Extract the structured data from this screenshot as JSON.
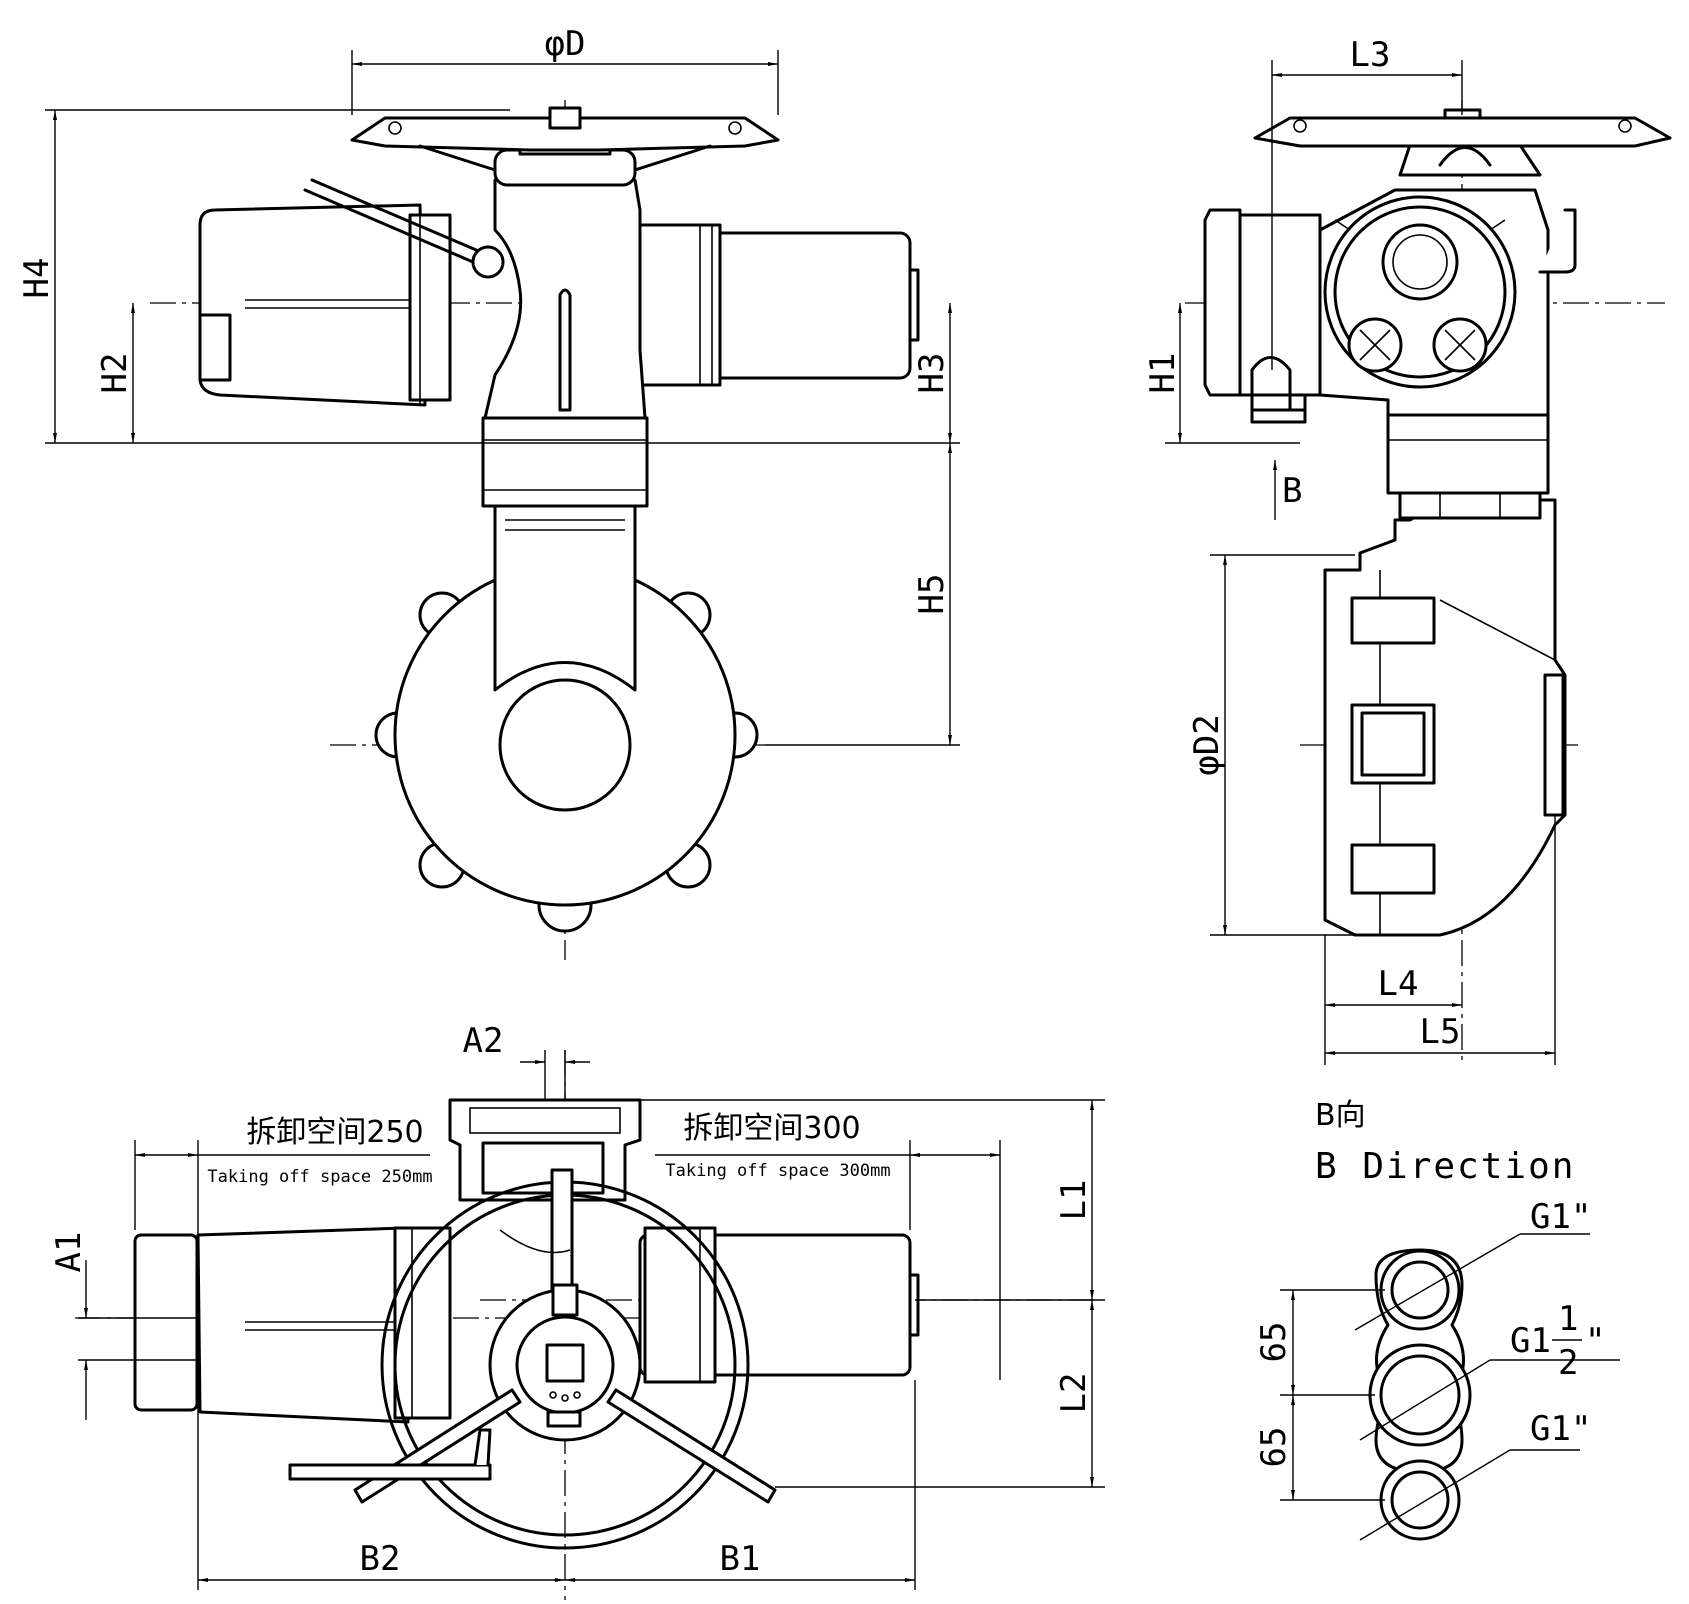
{
  "labels": {
    "phi_d": "φD",
    "h4": "H4",
    "h2": "H2",
    "h3": "H3",
    "h5": "H5",
    "l3": "L3",
    "h1": "H1",
    "b_arrow": "B",
    "phi_d2": "φD2",
    "l4": "L4",
    "l5": "L5",
    "a2": "A2",
    "a1": "A1",
    "l1": "L1",
    "l2": "L2",
    "b1": "B1",
    "b2": "B2"
  },
  "space_left": {
    "cn": "拆卸空间250",
    "en": "Taking off space 250mm"
  },
  "space_right": {
    "cn": "拆卸空间300",
    "en": "Taking off space 300mm"
  },
  "b_direction": {
    "cn": "B向",
    "en": "B Direction",
    "port_top": "G1\"",
    "port_mid_prefix": "G1",
    "port_mid_num": "1",
    "port_mid_den": "2",
    "port_mid_suffix": "\"",
    "port_bottom": "G1\"",
    "spacing_top": "65",
    "spacing_bottom": "65"
  }
}
